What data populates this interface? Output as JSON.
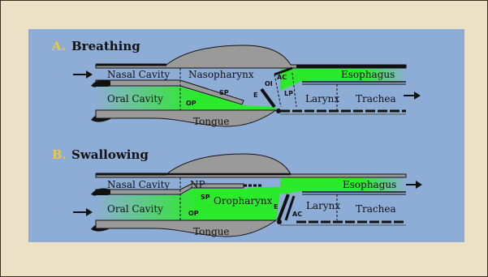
{
  "panelA": {
    "letter": "A.",
    "title": "Breathing",
    "nasal_cavity": "Nasal Cavity",
    "nasopharynx": "Nasopharynx",
    "oral_cavity": "Oral Cavity",
    "op": "OP",
    "sp": "SP",
    "e": "E",
    "oi": "OI",
    "ac": "AC",
    "lp": "LP",
    "larynx": "Larynx",
    "esophagus": "Esophagus",
    "trachea": "Trachea",
    "tongue": "Tongue"
  },
  "panelB": {
    "letter": "B.",
    "title": "Swallowing",
    "nasal_cavity": "Nasal Cavity",
    "np": "NP",
    "sp": "SP",
    "oral_cavity": "Oral Cavity",
    "op": "OP",
    "oropharynx": "Oropharynx",
    "e": "E",
    "ac": "AC",
    "larynx": "Larynx",
    "esophagus": "Esophagus",
    "trachea": "Trachea",
    "tongue": "Tongue"
  },
  "colors": {
    "background": "#ece1c7",
    "panel": "#8eadd6",
    "tissue": "#9a9a9a",
    "airway_green": "#2bea2b",
    "outline": "#111111",
    "letter_gold": "#e8c84a"
  }
}
